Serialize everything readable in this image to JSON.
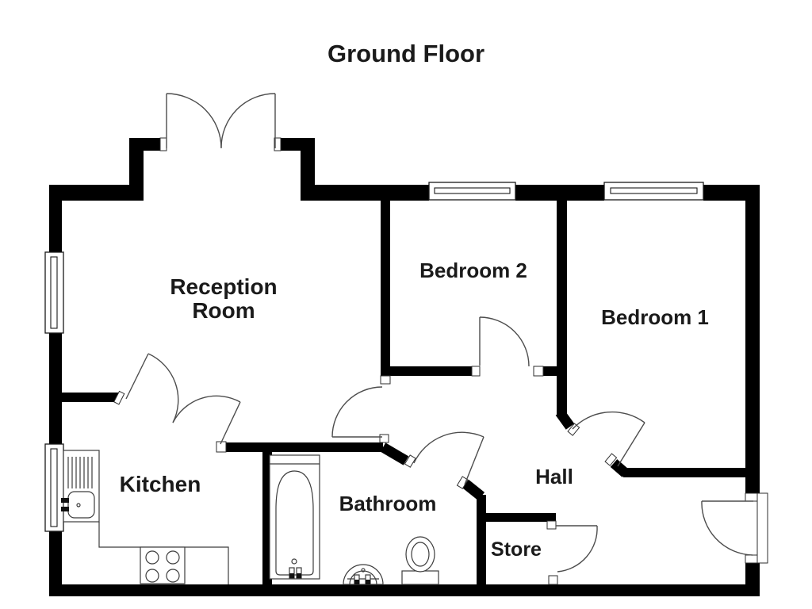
{
  "title": "Ground Floor",
  "rooms": {
    "reception": {
      "label_line1": "Reception",
      "label_line2": "Room"
    },
    "bedroom2": {
      "label": "Bedroom 2"
    },
    "bedroom1": {
      "label": "Bedroom 1"
    },
    "kitchen": {
      "label": "Kitchen"
    },
    "bathroom": {
      "label": "Bathroom"
    },
    "hall": {
      "label": "Hall"
    },
    "store": {
      "label": "Store"
    }
  },
  "fixtures": {
    "kitchen": [
      "sink-drainer-unit",
      "hob",
      "worktop"
    ],
    "bathroom": [
      "bathtub",
      "wash-basin",
      "toilet"
    ]
  },
  "features": {
    "windows": [
      "reception-left-window",
      "kitchen-left-window",
      "bedroom2-top-window",
      "bedroom1-top-window"
    ],
    "doors": [
      "entrance-double-door",
      "kitchen-double-door",
      "reception-hall-door",
      "bedroom2-door",
      "bedroom1-door",
      "bathroom-door",
      "store-door",
      "front-door"
    ]
  },
  "colors": {
    "wall": "#000000",
    "line": "#4d4d4d",
    "background": "#ffffff",
    "text": "#1a1a1a"
  }
}
